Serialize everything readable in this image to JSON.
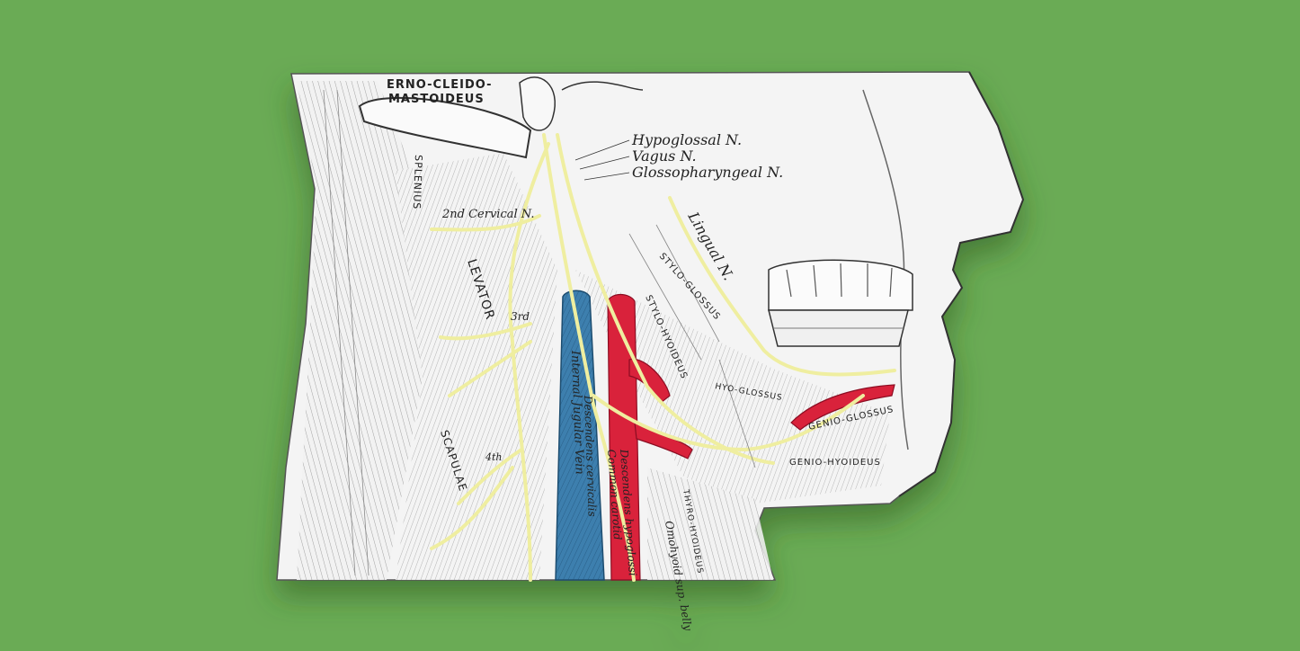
{
  "figure": {
    "labels": {
      "sterno_line1": "ERNO-CLEIDO-",
      "sterno_line2": "MASTOIDEUS",
      "hypoglossal": "Hypoglossal N.",
      "vagus": "Vagus N.",
      "glossopharyngeal": "Glossopharyngeal N.",
      "cervical2": "2nd Cervical N.",
      "cervical3": "3rd",
      "cervical4": "4th",
      "lingual": "Lingual N.",
      "splenius": "SPLENIUS",
      "levator": "LEVATOR",
      "scapulae": "SCAPULAE",
      "stylo_glossus": "STYLO-GLOSSUS",
      "stylo_hyoideus": "STYLO-HYOIDEUS",
      "hyo_glossus": "HYO-GLOSSUS",
      "genio_glossus": "GENIO-GLOSSUS",
      "genio_hyoideus": "GENIO-HYOIDEUS",
      "thyro_hyoideus": "THYRO-HYOIDEUS",
      "ijv": "Internal Jugular Vein",
      "dhc": "Descendens cervicalis",
      "cca": "Common carotid",
      "dh": "Descendens hypoglossi",
      "omo": "Omohyoid sup. belly"
    },
    "colors": {
      "background": "#6aab55",
      "nerve": "#efeea0",
      "artery": "#d9203b",
      "vein": "#3c7fae"
    }
  }
}
